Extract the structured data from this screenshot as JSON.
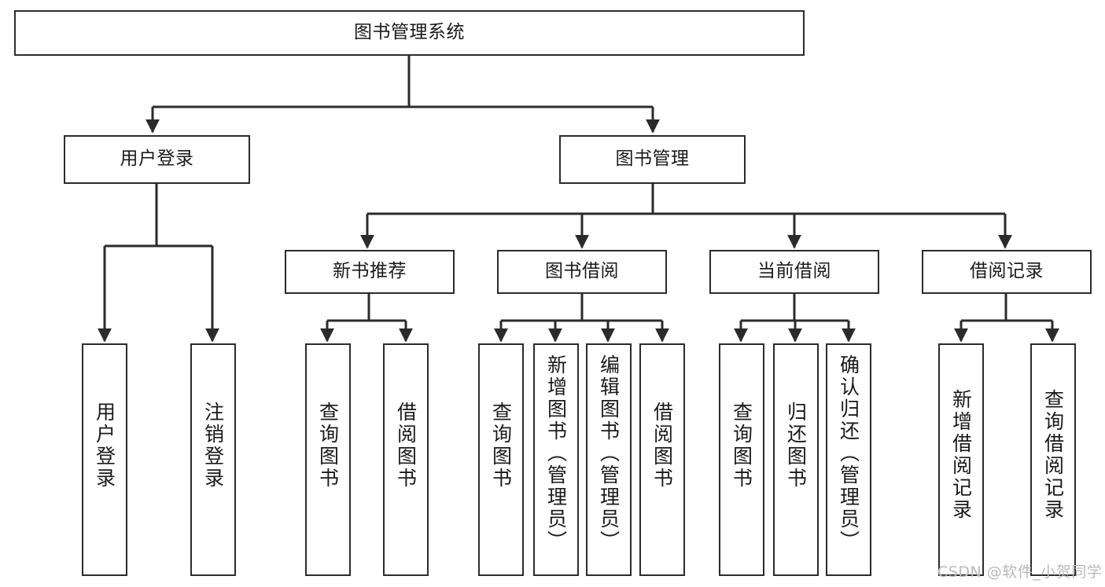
{
  "diagram": {
    "title": "图书管理系统",
    "type": "tree",
    "watermark": "CSDN @软件_小贺同学",
    "colors": {
      "node_border": "#2b2b2b",
      "node_fill": "#ffffff",
      "edge": "#2b2b2b",
      "text": "#1a1a1a",
      "watermark": "#b9b9b9"
    },
    "root": {
      "label": "图书管理系统"
    },
    "level1": [
      {
        "label": "用户登录"
      },
      {
        "label": "图书管理"
      }
    ],
    "level2": [
      {
        "label": "新书推荐"
      },
      {
        "label": "图书借阅"
      },
      {
        "label": "当前借阅"
      },
      {
        "label": "借阅记录"
      }
    ],
    "leaves": {
      "user_login": [
        {
          "label": "用户登录"
        },
        {
          "label": "注销登录"
        }
      ],
      "new_book": [
        {
          "label": "查询图书"
        },
        {
          "label": "借阅图书"
        }
      ],
      "book_borrow": [
        {
          "label": "查询图书"
        },
        {
          "label": "新增图书（管理员）"
        },
        {
          "label": "编辑图书（管理员）"
        },
        {
          "label": "借阅图书"
        }
      ],
      "current_borrow": [
        {
          "label": "查询图书"
        },
        {
          "label": "归还图书"
        },
        {
          "label": "确认归还（管理员）"
        }
      ],
      "borrow_record": [
        {
          "label": "新增借阅记录"
        },
        {
          "label": "查询借阅记录"
        }
      ]
    }
  }
}
